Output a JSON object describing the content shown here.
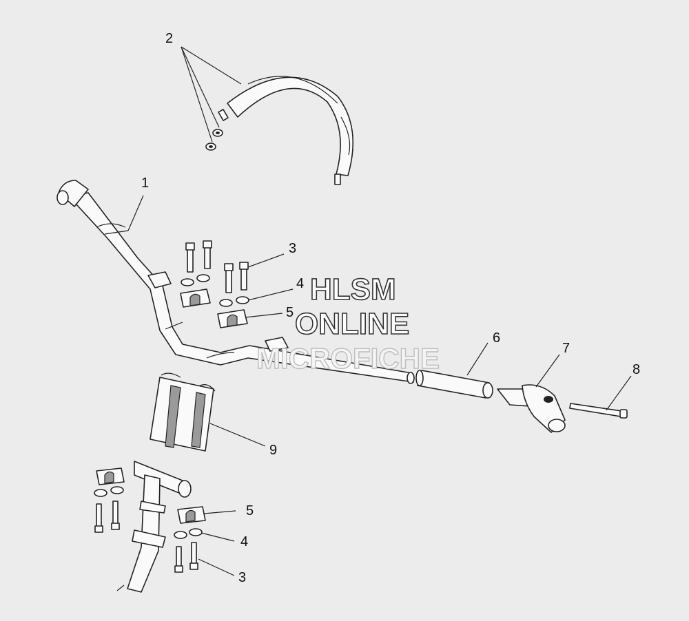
{
  "watermark": {
    "line1": "HLSM",
    "line2": "ONLINE",
    "line3": "MICROFICHE"
  },
  "callouts": {
    "c1": "1",
    "c2": "2",
    "c3_top": "3",
    "c4_top": "4",
    "c5_top": "5",
    "c6": "6",
    "c7": "7",
    "c8": "8",
    "c9": "9",
    "c5_bottom": "5",
    "c4_bottom": "4",
    "c3_bottom": "3"
  },
  "colors": {
    "background": "#ececec",
    "line": "#222222",
    "shade": "#9a9a9a"
  }
}
